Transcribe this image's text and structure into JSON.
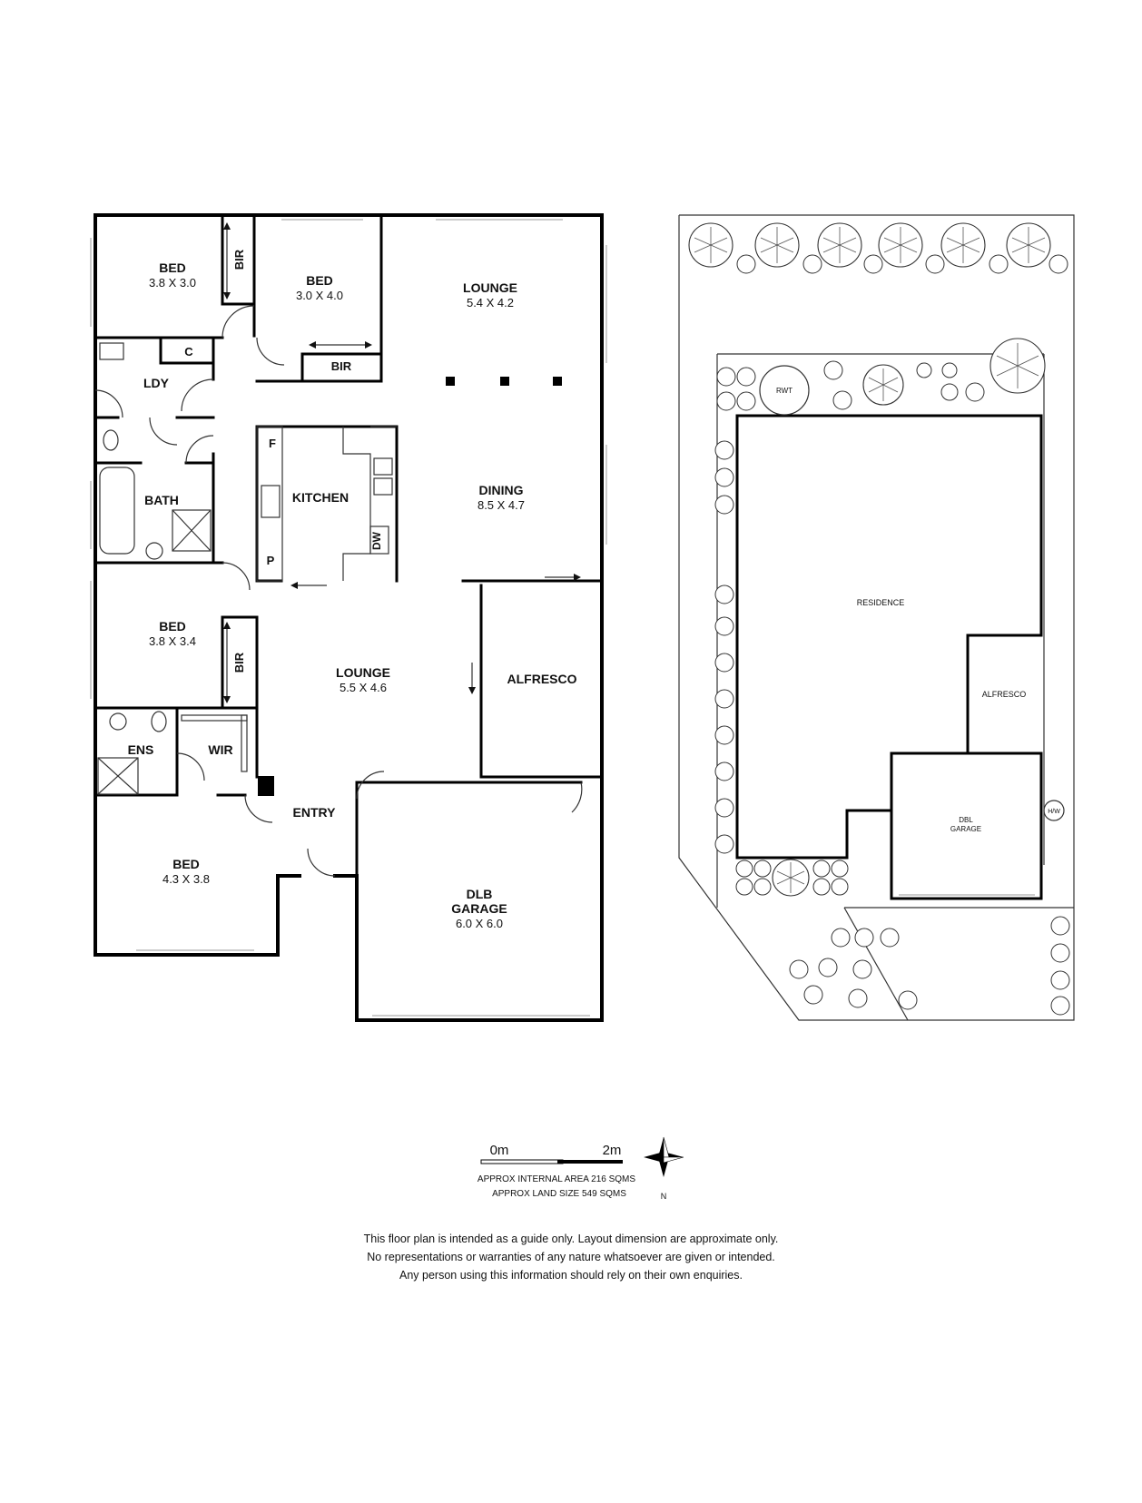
{
  "floorplan": {
    "rooms": [
      {
        "name": "BED",
        "dims": "3.8 X 3.0"
      },
      {
        "name": "BED",
        "dims": "3.0 X 4.0"
      },
      {
        "name": "LOUNGE",
        "dims": "5.4 X 4.2"
      },
      {
        "name": "DINING",
        "dims": "8.5 X 4.7"
      },
      {
        "name": "KITCHEN",
        "dims": ""
      },
      {
        "name": "BATH",
        "dims": ""
      },
      {
        "name": "LDY",
        "dims": ""
      },
      {
        "name": "BED",
        "dims": "3.8 X 3.4"
      },
      {
        "name": "LOUNGE",
        "dims": "5.5 X 4.6"
      },
      {
        "name": "ALFRESCO",
        "dims": ""
      },
      {
        "name": "ENS",
        "dims": ""
      },
      {
        "name": "WIR",
        "dims": ""
      },
      {
        "name": "ENTRY",
        "dims": ""
      },
      {
        "name": "BED",
        "dims": "4.3 X 3.8"
      },
      {
        "name": "DLB",
        "dims": "GARAGE"
      },
      {
        "name": "6.0 X 6.0",
        "dims": ""
      }
    ],
    "fixtures": {
      "bir_1": "BIR",
      "bir_2": "BIR",
      "bir_3": "BIR",
      "cupboard": "C",
      "fridge": "F",
      "pantry": "P",
      "dishwasher": "DW"
    }
  },
  "siteplan": {
    "residence": "RESIDENCE",
    "alfresco": "ALFRESCO",
    "garage_line1": "DBL",
    "garage_line2": "GARAGE",
    "rwt": "RWT",
    "hw": "H/W"
  },
  "legend": {
    "scale_start": "0m",
    "scale_end": "2m",
    "internal_area": "APPROX INTERNAL AREA 216 SQMS",
    "land_size": "APPROX LAND SIZE 549 SQMS",
    "north": "N"
  },
  "disclaimer": [
    "This floor plan is intended as a guide only. Layout dimension are approximate only.",
    "No representations or warranties of any nature whatsoever are given or intended.",
    "Any person using this information should rely on their own enquiries."
  ]
}
